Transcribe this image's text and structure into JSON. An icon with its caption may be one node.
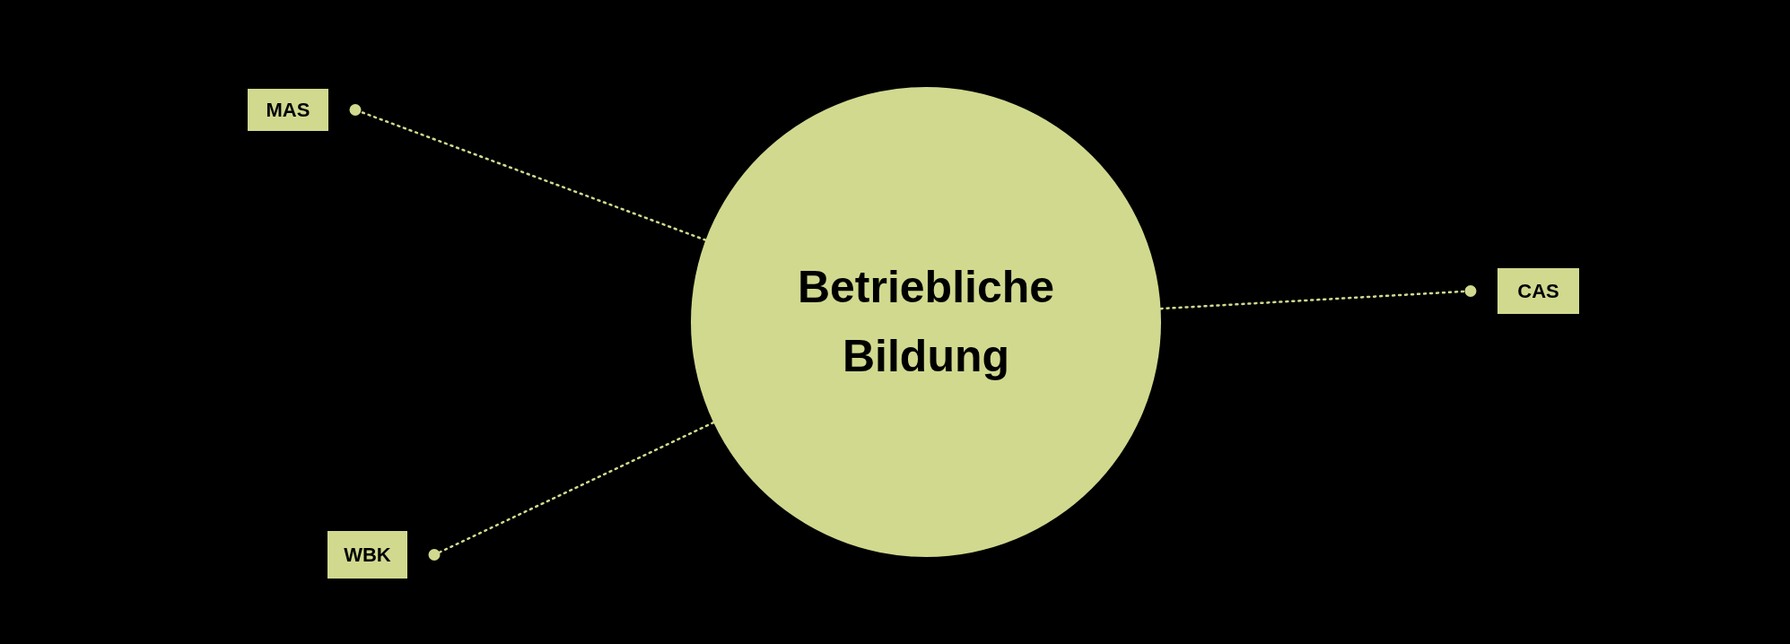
{
  "diagram": {
    "nodes": [
      {
        "text": [
          "Betriebliche Bildung"
        ]
      },
      {
        "text": [
          "MAS"
        ]
      },
      {
        "text": [
          "CAS"
        ]
      },
      {
        "text": [
          "WBK"
        ]
      }
    ],
    "edges": [
      {
        "from": 0,
        "to": 1,
        "arrow": "other",
        "style": "dashed"
      },
      {
        "from": 0,
        "to": 2,
        "arrow": "other",
        "style": "dashed"
      },
      {
        "from": 0,
        "to": 3,
        "arrow": "other",
        "style": "dashed"
      }
    ]
  }
}
